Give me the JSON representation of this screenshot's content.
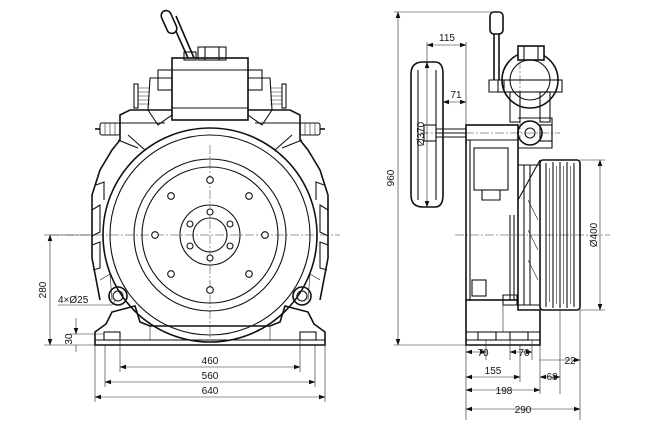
{
  "dimensions": {
    "front": {
      "width_460": "460",
      "width_560": "560",
      "width_640": "640",
      "height_280": "280",
      "holes": "4×Ø25",
      "height_30": "30"
    },
    "side": {
      "width_115": "115",
      "offset_71": "71",
      "dia_370": "Ø370",
      "height_960": "960",
      "dia_400": "Ø400",
      "foot_70_left": "70",
      "foot_70_right": "70",
      "gap_22": "22",
      "width_155": "155",
      "width_68": "68",
      "width_198": "198",
      "width_290": "290"
    }
  }
}
